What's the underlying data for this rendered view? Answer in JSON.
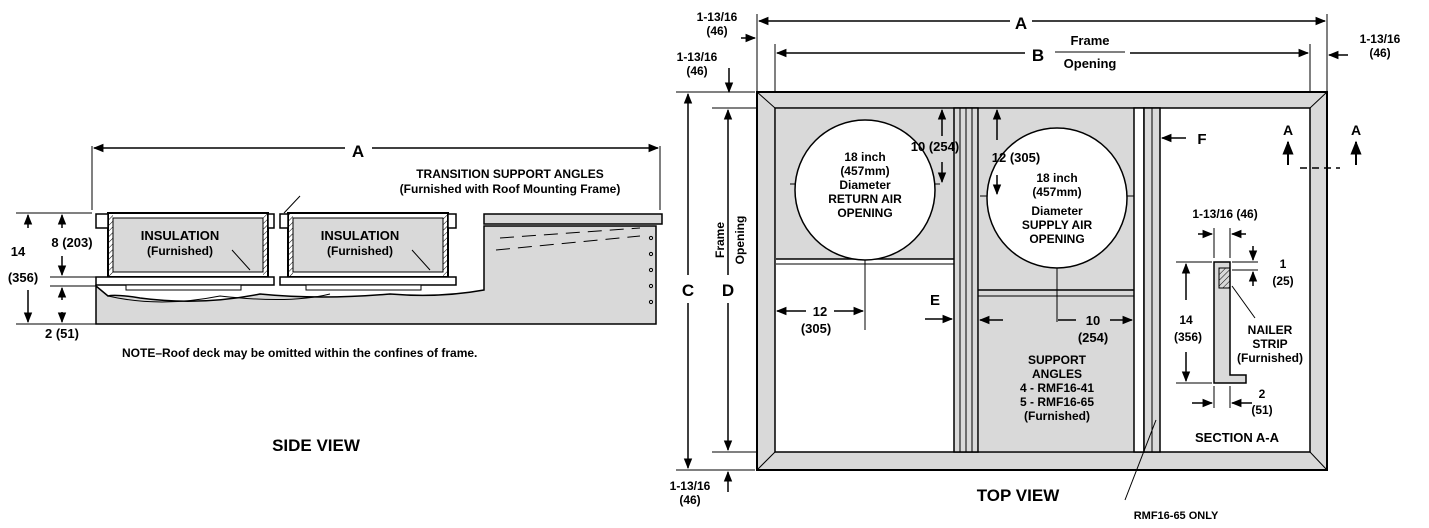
{
  "side_view": {
    "dim_a": "A",
    "transition_label": "TRANSITION SUPPORT ANGLES",
    "transition_sub": "(Furnished with Roof Mounting Frame)",
    "insulation": "INSULATION",
    "furnished": "(Furnished)",
    "dim_8": "8 (203)",
    "dim_14a": "14",
    "dim_14b": "(356)",
    "dim_2": "2 (51)",
    "note": "NOTE–Roof deck may be omitted within the confines of frame.",
    "title": "SIDE VIEW"
  },
  "top_view": {
    "dim_a": "A",
    "dim_b": "B",
    "frame": "Frame",
    "opening": "Opening",
    "dim_1316": "1-13/16",
    "dim_46": "(46)",
    "dim_c": "C",
    "dim_d": "D",
    "dim_e": "E",
    "dim_f": "F",
    "dim_10_254": "10 (254)",
    "dim_12_305": "12 (305)",
    "dim_12": "12",
    "dim_305": "(305)",
    "dim_10": "10",
    "dim_254": "(254)",
    "return_1": "18 inch",
    "return_2": "(457mm)",
    "return_3": "Diameter",
    "return_4": "RETURN AIR",
    "return_5": "OPENING",
    "supply_4": "SUPPLY AIR",
    "support_1": "SUPPORT",
    "support_2": "ANGLES",
    "support_3": "4 - RMF16-41",
    "support_4": "5 - RMF16-65",
    "support_5": "(Furnished)",
    "section_marker": "A",
    "rmf_only": "RMF16-65 ONLY",
    "title": "TOP VIEW"
  },
  "section": {
    "dim_1316_46": "1-13/16 (46)",
    "dim_1": "1",
    "dim_25": "(25)",
    "dim_14": "14",
    "dim_356": "(356)",
    "nailer_1": "NAILER",
    "nailer_2": "STRIP",
    "nailer_3": "(Furnished)",
    "dim_2": "2",
    "dim_51": "(51)",
    "title": "SECTION A-A"
  }
}
